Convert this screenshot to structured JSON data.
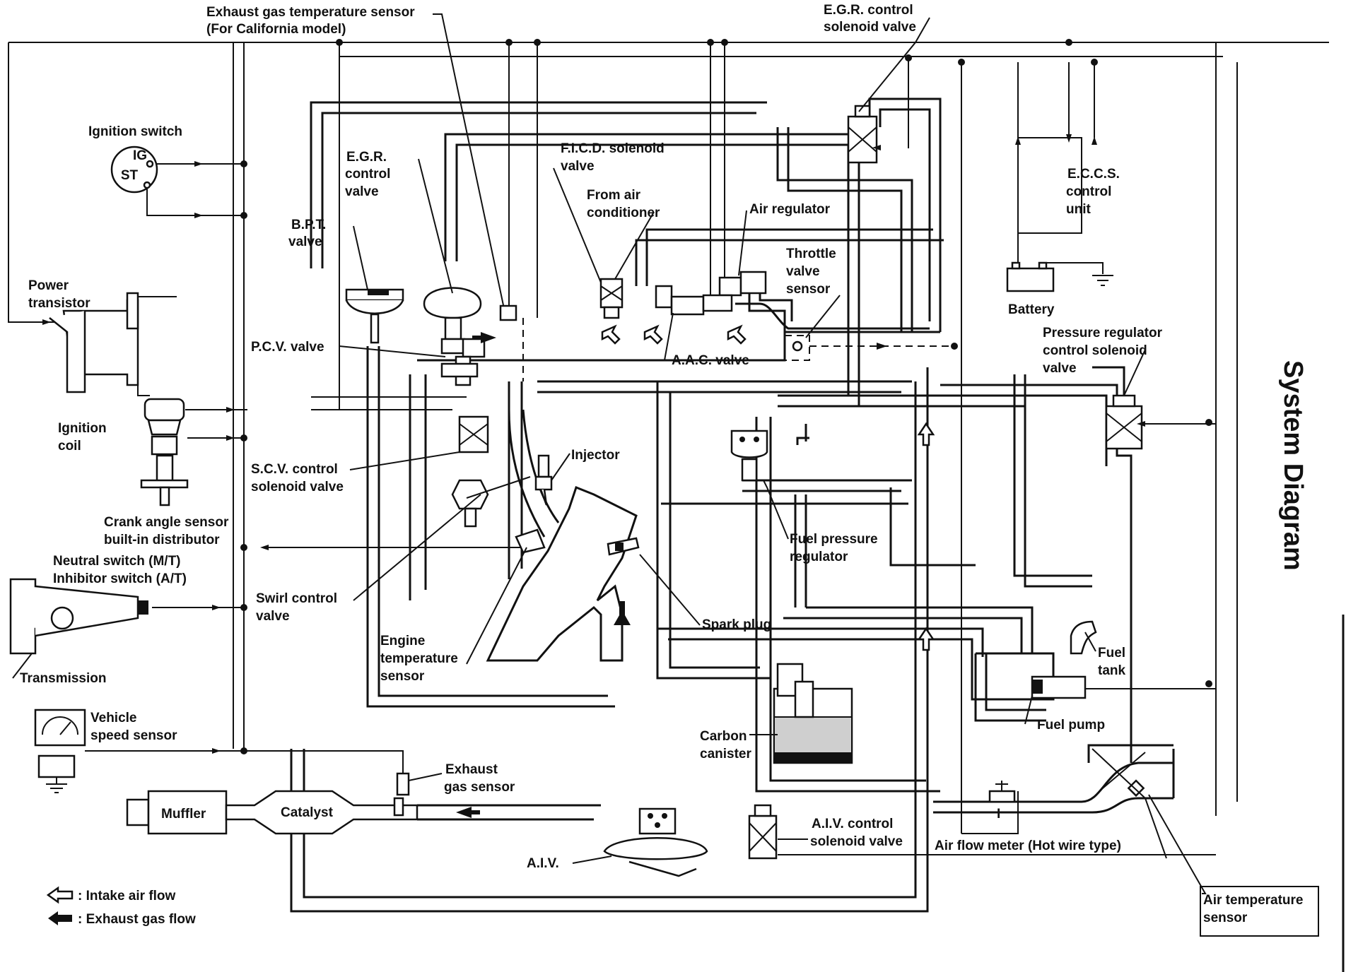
{
  "title": "System Diagram",
  "labels": {
    "exhaust_gas_temp_sensor": [
      "Exhaust gas temperature sensor",
      "(For California model)"
    ],
    "egr_control_solenoid_top": [
      "E.G.R. control",
      "solenoid valve"
    ],
    "ignition_switch": "Ignition switch",
    "ig": "IG",
    "st": "ST",
    "egr_control_valve": [
      "E.G.R.",
      "control",
      "valve"
    ],
    "ficd_solenoid": [
      "F.I.C.D. solenoid",
      "valve"
    ],
    "from_air_conditioner": [
      "From air",
      "conditioner"
    ],
    "air_regulator": "Air regulator",
    "eccs_control_unit": [
      "E.C.C.S.",
      "control",
      "unit"
    ],
    "bpt_valve": [
      "B.P.T.",
      "valve"
    ],
    "throttle_valve_sensor": [
      "Throttle",
      "valve",
      "sensor"
    ],
    "power_transistor": [
      "Power",
      "transistor"
    ],
    "battery": "Battery",
    "pcv_valve": "P.C.V. valve",
    "aac_valve": "A.A.C. valve",
    "pressure_regulator_solenoid": [
      "Pressure regulator",
      "control solenoid",
      "valve"
    ],
    "ignition_coil": [
      "Ignition",
      "coil"
    ],
    "injector": "Injector",
    "scv_solenoid": [
      "S.C.V. control",
      "solenoid valve"
    ],
    "crank_angle_sensor": [
      "Crank angle sensor",
      "built-in distributor"
    ],
    "fuel_pressure_regulator": [
      "Fuel pressure",
      "regulator"
    ],
    "neutral_switch": [
      "Neutral switch (M/T)",
      "Inhibitor switch (A/T)"
    ],
    "swirl_control_valve": [
      "Swirl control",
      "valve"
    ],
    "spark_plug": "Spark plug",
    "engine_temp_sensor": [
      "Engine",
      "temperature",
      "sensor"
    ],
    "fuel_tank": [
      "Fuel",
      "tank"
    ],
    "transmission": "Transmission",
    "fuel_pump": "Fuel pump",
    "vehicle_speed_sensor": [
      "Vehicle",
      "speed sensor"
    ],
    "carbon_canister": [
      "Carbon",
      "canister"
    ],
    "exhaust_gas_sensor": [
      "Exhaust",
      "gas sensor"
    ],
    "muffler": "Muffler",
    "catalyst": "Catalyst",
    "aiv_control_solenoid": [
      "A.I.V. control",
      "solenoid valve"
    ],
    "air_flow_meter": "Air flow meter (Hot wire type)",
    "aiv": "A.I.V.",
    "air_temperature_sensor": [
      "Air temperature",
      "sensor"
    ],
    "afm_symbol": "I"
  },
  "legend": {
    "intake": ":  Intake air flow",
    "exhaust": ":  Exhaust gas flow"
  }
}
